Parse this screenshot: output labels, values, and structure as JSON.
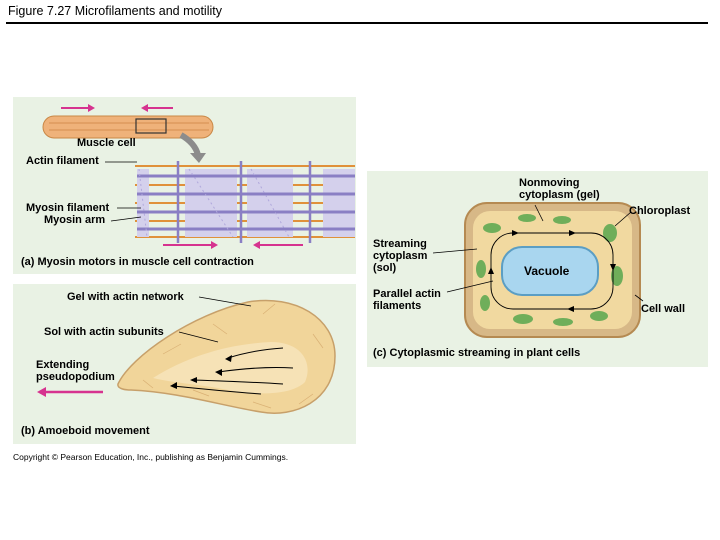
{
  "title": "Figure 7.27  Microfilaments and motility",
  "panel_a": {
    "caption": "(a) Myosin motors in muscle cell contraction",
    "labels": {
      "muscle_cell": "Muscle cell",
      "actin_filament": "Actin filament",
      "myosin_filament": "Myosin filament",
      "myosin_arm": "Myosin arm"
    }
  },
  "panel_b": {
    "caption": "(b) Amoeboid movement",
    "labels": {
      "gel": "Gel with actin network",
      "sol": "Sol with actin subunits",
      "pseudopodium_line1": "Extending",
      "pseudopodium_line2": "pseudopodium"
    }
  },
  "panel_c": {
    "caption": "(c) Cytoplasmic streaming in plant cells",
    "labels": {
      "nonmoving_line1": "Nonmoving",
      "nonmoving_line2": "cytoplasm (gel)",
      "chloroplast": "Chloroplast",
      "streaming_line1": "Streaming",
      "streaming_line2": "cytoplasm",
      "streaming_line3": "(sol)",
      "vacuole": "Vacuole",
      "parallel_line1": "Parallel actin",
      "parallel_line2": "filaments",
      "cell_wall": "Cell wall"
    }
  },
  "copyright": "Copyright © Pearson Education, Inc., publishing as Benjamin Cummings.",
  "colors": {
    "panel_bg": "#e9f2e4",
    "arrow_magenta": "#d6338f",
    "myosin_purple": "#8a7fc4",
    "actin_orange": "#e0913a",
    "cytoplasm_tan": "#f0d9a0",
    "cell_wall": "#c7a06a",
    "vacuole_blue": "#a9d6ef",
    "chloroplast_green": "#6fae5a"
  }
}
